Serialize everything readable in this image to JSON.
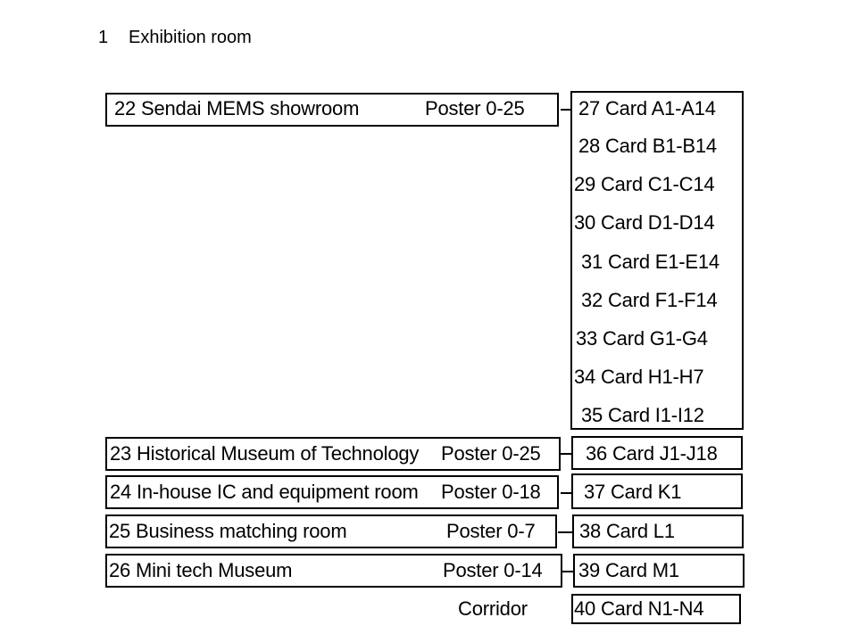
{
  "heading": {
    "number": "1",
    "title": "Exhibition room"
  },
  "rooms": [
    {
      "name": "22 Sendai MEMS showroom",
      "poster": "Poster 0-25"
    },
    {
      "name": "23 Historical Museum of Technology",
      "poster": "Poster 0-25"
    },
    {
      "name": "24 In-house IC and equipment room",
      "poster": "Poster 0-18"
    },
    {
      "name": "25 Business matching room",
      "poster": "Poster 0-7"
    },
    {
      "name": "26 Mini tech Museum",
      "poster": "Poster 0-14"
    }
  ],
  "cards_column": [
    "27 Card A1-A14",
    "28 Card B1-B14",
    "29 Card C1-C14",
    "30 Card D1-D14",
    "31 Card E1-E14",
    "32 Card F1-F14",
    "33 Card G1-G4",
    "34 Card H1-H7",
    "35 Card I1-I12"
  ],
  "cards_single": [
    "36 Card J1-J18",
    "37 Card K1",
    "38 Card L1",
    "39 Card M1",
    "40 Card N1-N4"
  ],
  "corridor_label": "Corridor"
}
